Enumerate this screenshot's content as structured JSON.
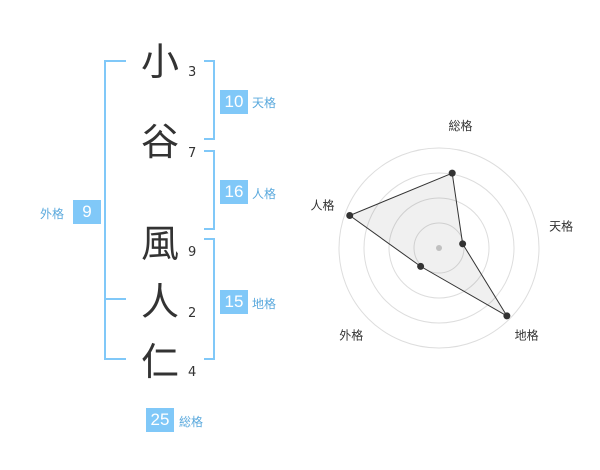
{
  "name": {
    "chars": [
      {
        "char": "小",
        "strokes": "3"
      },
      {
        "char": "谷",
        "strokes": "7"
      },
      {
        "char": "風",
        "strokes": "9"
      },
      {
        "char": "人",
        "strokes": "2"
      },
      {
        "char": "仁",
        "strokes": "4"
      }
    ]
  },
  "fortune": {
    "tenkaku": {
      "value": "10",
      "label": "天格"
    },
    "jinkaku": {
      "value": "16",
      "label": "人格"
    },
    "chikaku": {
      "value": "15",
      "label": "地格"
    },
    "gaikaku": {
      "value": "9",
      "label": "外格"
    },
    "soukaku": {
      "value": "25",
      "label": "総格"
    }
  },
  "colors": {
    "accent": "#80c8f8",
    "accent_text": "#5aa9dd",
    "text": "#333333"
  },
  "chart_data": {
    "type": "radar",
    "axes": [
      "総格",
      "天格",
      "地格",
      "外格",
      "人格"
    ],
    "values": [
      0.76,
      0.24,
      0.96,
      0.26,
      0.95
    ],
    "range": [
      0,
      1
    ],
    "rings": 4
  }
}
